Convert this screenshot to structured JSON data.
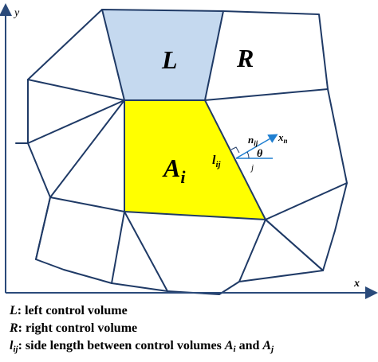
{
  "diagram": {
    "cells": {
      "L": "L",
      "R": "R",
      "Ai_main": "A",
      "Ai_sub": "i"
    },
    "labels": {
      "lij_main": "l",
      "lij_sub": "ij",
      "nij_main": "n",
      "nij_sub": "ij",
      "xn_main": "x",
      "xn_sub": "n",
      "theta": "θ",
      "j": "j"
    },
    "axes": {
      "x_label": "x",
      "y_label": "y"
    },
    "colors": {
      "mesh": "#1f3a66",
      "L_fill": "#c5d9ef",
      "Ai_fill": "#ffff00",
      "axis": "#2a4a7a",
      "arrow": "#1f7fd1"
    }
  },
  "legend": {
    "line1": {
      "sym": "L",
      "text": ": left control volume"
    },
    "line2": {
      "sym": "R",
      "text": ": right control volume"
    },
    "line3": {
      "sym": "l",
      "sym_sub": "ij",
      "text": ": side length between control volumes ",
      "a1": "A",
      "a1_sub": "i",
      "and": " and ",
      "a2": "A",
      "a2_sub": "j"
    }
  }
}
